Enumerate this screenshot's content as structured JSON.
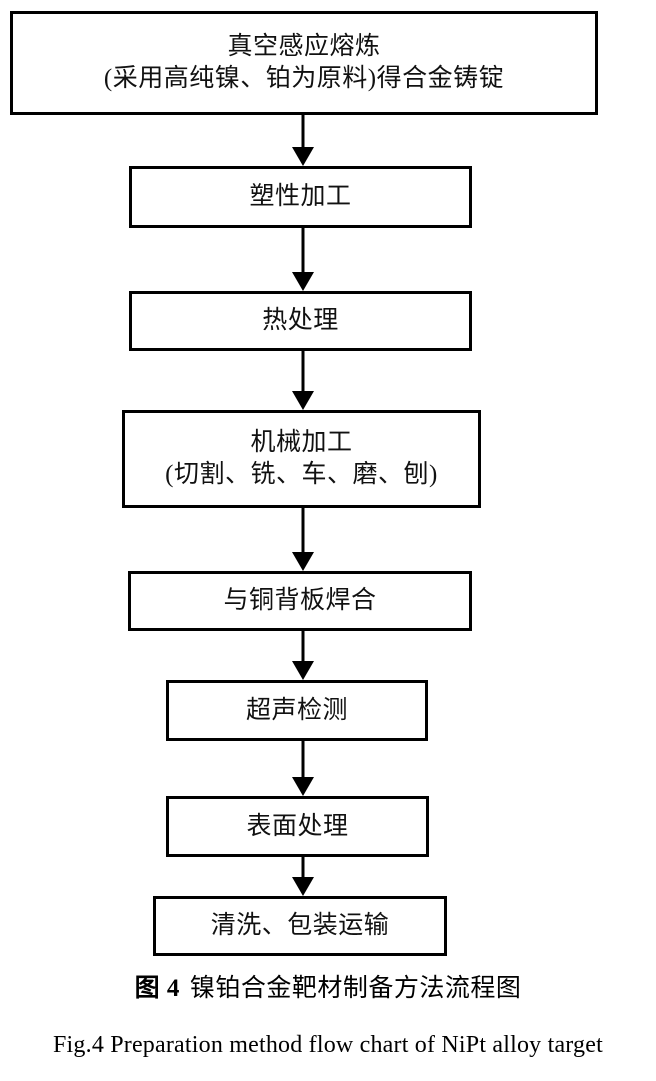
{
  "figure": {
    "caption_cn_label": "图 4",
    "caption_cn_text": "镍铂合金靶材制备方法流程图",
    "caption_en": "Fig.4 Preparation method flow chart of NiPt alloy target"
  },
  "flowchart": {
    "type": "flowchart",
    "orientation": "top-to-bottom",
    "node_shape": "rectangle",
    "border_color": "#000000",
    "fill_color": "#ffffff",
    "text_color": "#111111",
    "nodes": [
      {
        "id": "n1",
        "lines": [
          "真空感应熔炼",
          "(采用高纯镍、铂为原料)得合金铸锭"
        ]
      },
      {
        "id": "n2",
        "lines": [
          "塑性加工"
        ]
      },
      {
        "id": "n3",
        "lines": [
          "热处理"
        ]
      },
      {
        "id": "n4",
        "lines": [
          "机械加工",
          "(切割、铣、车、磨、刨)"
        ]
      },
      {
        "id": "n5",
        "lines": [
          "与铜背板焊合"
        ]
      },
      {
        "id": "n6",
        "lines": [
          "超声检测"
        ]
      },
      {
        "id": "n7",
        "lines": [
          "表面处理"
        ]
      },
      {
        "id": "n8",
        "lines": [
          "清洗、包装运输"
        ]
      }
    ],
    "edges": [
      {
        "from": "n1",
        "to": "n2",
        "style": "arrow-down"
      },
      {
        "from": "n2",
        "to": "n3",
        "style": "arrow-down"
      },
      {
        "from": "n3",
        "to": "n4",
        "style": "arrow-down"
      },
      {
        "from": "n4",
        "to": "n5",
        "style": "arrow-down"
      },
      {
        "from": "n5",
        "to": "n6",
        "style": "arrow-down"
      },
      {
        "from": "n6",
        "to": "n7",
        "style": "arrow-down"
      },
      {
        "from": "n7",
        "to": "n8",
        "style": "arrow-down"
      }
    ]
  }
}
